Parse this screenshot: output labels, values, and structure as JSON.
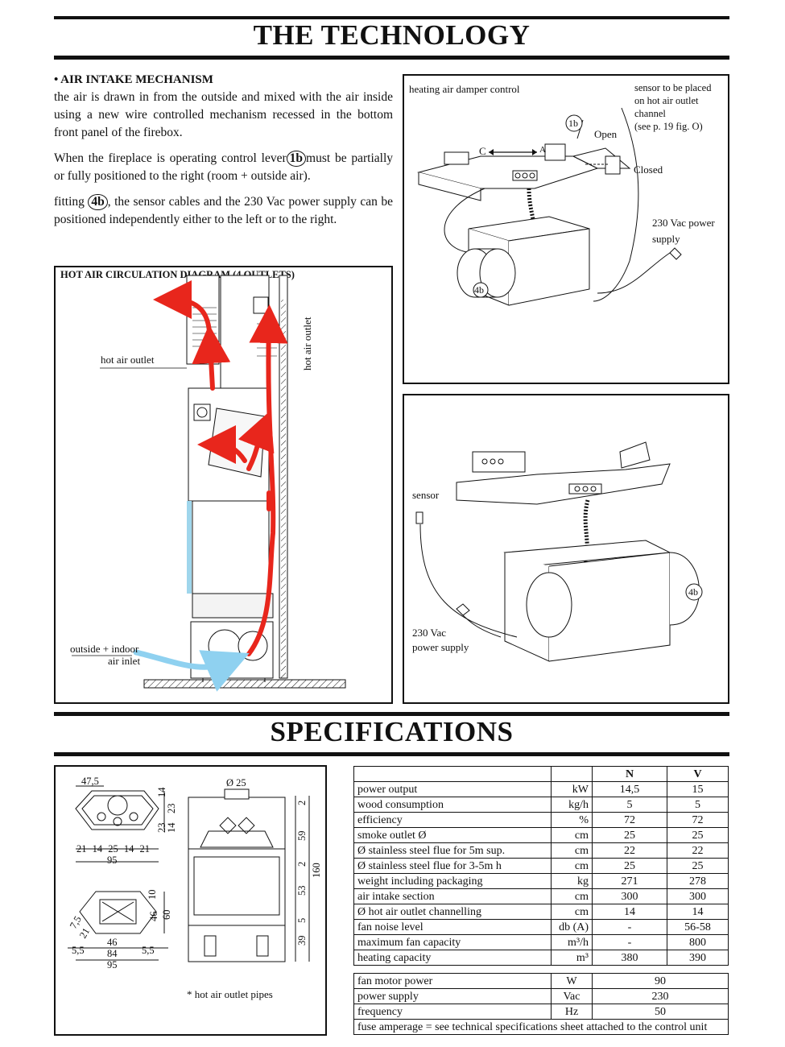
{
  "header": {
    "title": "THE TECHNOLOGY"
  },
  "intake": {
    "heading": "• AIR INTAKE MECHANISM",
    "p1": "the air is drawn in from the outside and mixed with the air inside using a new wire controlled mechanism recessed in the bottom front panel of the firebox.",
    "p2_a": "When the fireplace is operating control lever",
    "p2_tag": "1b",
    "p2_b": "must be partially or fully positioned to the right (room + outside air).",
    "p3_a": "fitting",
    "p3_tag": "4b",
    "p3_b": ", the sensor cables and the 230 Vac power supply can be positioned independently either to the left or to the right."
  },
  "circulation": {
    "title": "HOT AIR CIRCULATION DIAGRAM (4 OUTLETS)",
    "hot_air_outlet": "hot air outlet",
    "hot_air_outlet_vertical": "hot air outlet",
    "inlet_1": "outside + indoor",
    "inlet_2": "air inlet"
  },
  "damper": {
    "label_damper": "heating air damper control",
    "sensor_1": "sensor to be placed",
    "sensor_2": "on hot air outlet",
    "sensor_3": "channel",
    "sensor_4": "(see p. 19 fig. O)",
    "tag_1b": "1b",
    "open": "Open",
    "closed": "Closed",
    "c": "C",
    "a": "A",
    "power_1": "230 Vac power",
    "power_2": "supply",
    "tag_4b": "4b"
  },
  "sensor_fig": {
    "sensor": "sensor",
    "power_1": "230 Vac",
    "power_2": "power supply",
    "tag_4b": "4b"
  },
  "specs_header": {
    "title": "SPECIFICATIONS"
  },
  "dims": {
    "d475": "47,5",
    "d14a": "14",
    "d23a": "23",
    "d23b": "23",
    "d14b": "14",
    "row21": [
      "21",
      "14",
      "25",
      "14",
      "21"
    ],
    "d95a": "95",
    "d10": "10",
    "d46v": "46",
    "d60": "60",
    "d75": "7,5",
    "d21": "21",
    "d46": "46",
    "d84": "84",
    "d55a": "5,5",
    "d55b": "5,5",
    "d95b": "95",
    "dia25": "Ø 25",
    "v2a": "2",
    "v59": "59",
    "v2b": "2",
    "v53": "53",
    "v160": "160",
    "v5": "5",
    "v39": "39",
    "footnote": "* hot air outlet pipes"
  },
  "table1": {
    "col_n": "N",
    "col_v": "V",
    "rows": [
      {
        "name": "power output",
        "unit": "kW",
        "n": "14,5",
        "v": "15"
      },
      {
        "name": "wood consumption",
        "unit": "kg/h",
        "n": "5",
        "v": "5"
      },
      {
        "name": "efficiency",
        "unit": "%",
        "n": "72",
        "v": "72"
      },
      {
        "name": "smoke outlet  Ø",
        "unit": "cm",
        "n": "25",
        "v": "25"
      },
      {
        "name": "Ø stainless steel flue for 5m sup.",
        "unit": "cm",
        "n": "22",
        "v": "22"
      },
      {
        "name": "Ø stainless steel flue for 3-5m h",
        "unit": "cm",
        "n": "25",
        "v": "25"
      },
      {
        "name": "weight including packaging",
        "unit": "kg",
        "n": "271",
        "v": "278"
      },
      {
        "name": "air intake section",
        "unit": "cm",
        "n": "300",
        "v": "300"
      },
      {
        "name": "Ø hot air outlet channelling",
        "unit": "cm",
        "n": "14",
        "v": "14"
      },
      {
        "name": "fan noise level",
        "unit": "db (A)",
        "n": "-",
        "v": "56-58"
      },
      {
        "name": "maximum fan capacity",
        "unit": "m³/h",
        "n": "-",
        "v": "800"
      },
      {
        "name": "heating capacity",
        "unit": "m³",
        "n": "380",
        "v": "390"
      }
    ]
  },
  "table2": {
    "rows": [
      {
        "name": "fan motor power",
        "unit": "W",
        "value": "90"
      },
      {
        "name": "power supply",
        "unit": "Vac",
        "value": "230"
      },
      {
        "name": "frequency",
        "unit": "Hz",
        "value": "50"
      }
    ],
    "footer": "fuse amperage = see technical specifications sheet attached to the control unit"
  },
  "colors": {
    "hot_arrow": "#e8261c",
    "cold_arrow": "#8fd1f0",
    "ink": "#111111"
  }
}
